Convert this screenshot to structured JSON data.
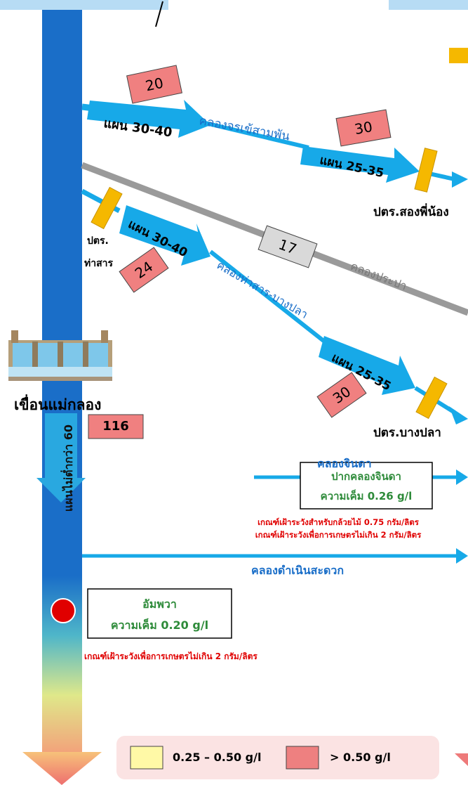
{
  "colors": {
    "river_blue": "#1a6ec8",
    "arrow_blue": "#17a9e8",
    "canal_gray": "#9a9a9a",
    "gate_yellow": "#f5b800",
    "salinity_box_red": "#f08080",
    "label_blue": "#1a6ec8",
    "label_green": "#2e8b3a",
    "warning_red": "#e00000",
    "station_dot": "#e00000"
  },
  "river": {
    "dam_name": "เขื่อนแม่กลอง",
    "dam_value": "116",
    "main_plan": "แผนไม่ต่ำกว่า 60"
  },
  "canals": {
    "khlong_chorakhe": {
      "name": "คลองจรเข้สามพัน",
      "plan_upstream": "แผน 30-40",
      "plan_downstream": "แผน 25-35",
      "value_upstream": "20",
      "value_downstream": "30",
      "gate_name": "ปตร.สองพี่น้อง"
    },
    "khlong_prapa": {
      "name": "คลองประปา",
      "value": "17"
    },
    "khlong_tha_san": {
      "name": "คลองท่าสาร-บางปลา",
      "plan_upstream": "แผน 30-40",
      "plan_downstream": "แผน 25-35",
      "value_upstream": "24",
      "value_downstream": "30",
      "gate_upstream_line1": "ปตร.",
      "gate_upstream_line2": "ท่าสาร",
      "gate_downstream_name": "ปตร.บางปลา"
    },
    "khlong_chinda": {
      "name": "คลองจินดา",
      "station_name": "ปากคลองจินดา",
      "salinity": "ความเค็ม 0.26 g/l",
      "criteria_line1": "เกณฑ์เฝ้าระวังสำหรับกล้วยไม้ 0.75 กรัม/ลิตร",
      "criteria_line2": "เกณฑ์เฝ้าระวังเพื่อการเกษตรไม่เกิน 2 กรัม/ลิตร"
    },
    "khlong_damnoen": {
      "name": "คลองดำเนินสะดวก"
    }
  },
  "station_amphawa": {
    "name": "อัมพวา",
    "salinity": "ความเค็ม 0.20 g/l",
    "criteria": "เกณฑ์เฝ้าระวังเพื่อการเกษตรไม่เกิน 2 กรัม/ลิตร"
  },
  "legend": {
    "yellow_label": "0.25 – 0.50 g/l",
    "red_label": "> 0.50 g/l"
  }
}
